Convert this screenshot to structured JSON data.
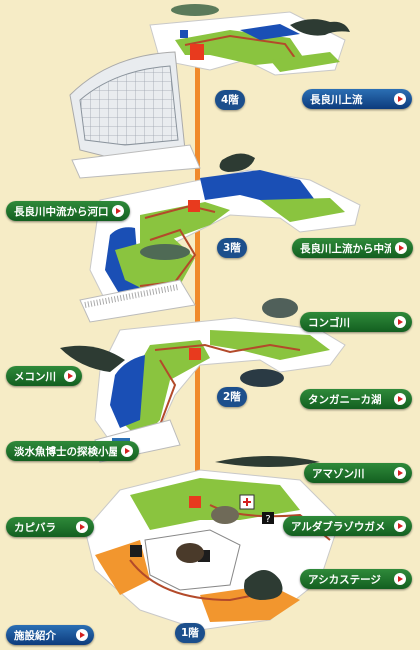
{
  "floors": [
    {
      "id": "4f",
      "label": "4階"
    },
    {
      "id": "3f",
      "label": "3階"
    },
    {
      "id": "2f",
      "label": "2階"
    },
    {
      "id": "1f",
      "label": "1階"
    }
  ],
  "buttons": {
    "nagara_upper": "長良川上流",
    "nagara_mid_to_mouth": "長良川中流から河口",
    "nagara_upper_to_mid": "長良川上流から中流",
    "congo": "コンゴ川",
    "mekong": "メコン川",
    "tanganyika": "タンガニーカ湖",
    "doctor_hut": "淡水魚博士の探検小屋",
    "amazon": "アマゾン川",
    "capybara": "カピバラ",
    "aldabra": "アルダブラゾウガメ",
    "sealion": "アシカステージ",
    "facilities": "施設紹介"
  },
  "colors": {
    "background": "#f6ecc6",
    "button_green": "#1f7a2e",
    "button_blue": "#123f86",
    "elevator": "#f08a2a",
    "walkway": "#8ac43f",
    "water": "#1a4fb5",
    "plaza": "#f2962e"
  },
  "icons": [
    "fish-icon",
    "salamander-icon",
    "otter-icon",
    "catfish-icon",
    "seal-icon",
    "arowana-icon",
    "tortoise-icon",
    "capybara-icon",
    "sealion-icon",
    "toilet-icon",
    "wheelchair-icon",
    "info-icon",
    "first-aid-icon"
  ]
}
